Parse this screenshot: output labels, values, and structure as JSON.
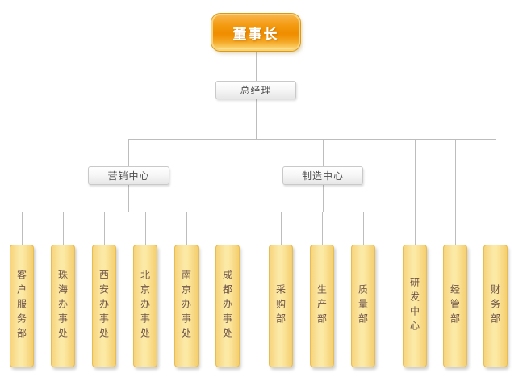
{
  "org_chart": {
    "type": "org-tree",
    "root": {
      "label": "董事长"
    },
    "manager": {
      "label": "总经理"
    },
    "branches": [
      {
        "label": "营销中心",
        "children": [
          "客户服务部",
          "珠海办事处",
          "西安办事处",
          "北京办事处",
          "南京办事处",
          "成都办事处"
        ]
      },
      {
        "label": "制造中心",
        "children": [
          "采购部",
          "生产部",
          "质量部"
        ]
      }
    ],
    "direct_departments": [
      "研发中心",
      "经管部",
      "财务部"
    ]
  },
  "colors": {
    "root_fill_top": "#f9b347",
    "root_fill_mid": "#ee8d00",
    "root_fill_bottom": "#fde48e",
    "root_border": "#f8d27c",
    "root_text": "#ffffff",
    "mid_box_fill_top": "#ffffff",
    "mid_box_fill_bottom": "#e7e7e7",
    "mid_box_border": "#c9c9c9",
    "mid_box_text": "#4d4d4d",
    "leaf_fill_edge": "#f5cf6e",
    "leaf_fill_center": "#fce9a2",
    "leaf_border": "#e6bc55",
    "leaf_text": "#6f5347",
    "connector": "#bdbdbd",
    "background": "#ffffff"
  }
}
